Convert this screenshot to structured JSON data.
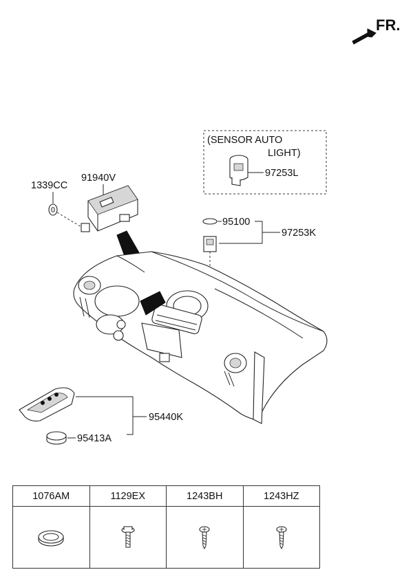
{
  "orientation": {
    "label": "FR."
  },
  "callouts": {
    "sensor_box_line1": "(SENSOR AUTO",
    "sensor_box_line2": "LIGHT)",
    "p97253L": "97253L",
    "p95100": "95100",
    "p97253K": "97253K",
    "p1339CC": "1339CC",
    "p91940V": "91940V",
    "p95440K": "95440K",
    "p95413A": "95413A"
  },
  "parts_table": {
    "columns": [
      "1076AM",
      "1129EX",
      "1243BH",
      "1243HZ"
    ],
    "icons": [
      "grommet-icon",
      "flange-bolt-icon",
      "screw-icon",
      "screw-icon"
    ]
  }
}
